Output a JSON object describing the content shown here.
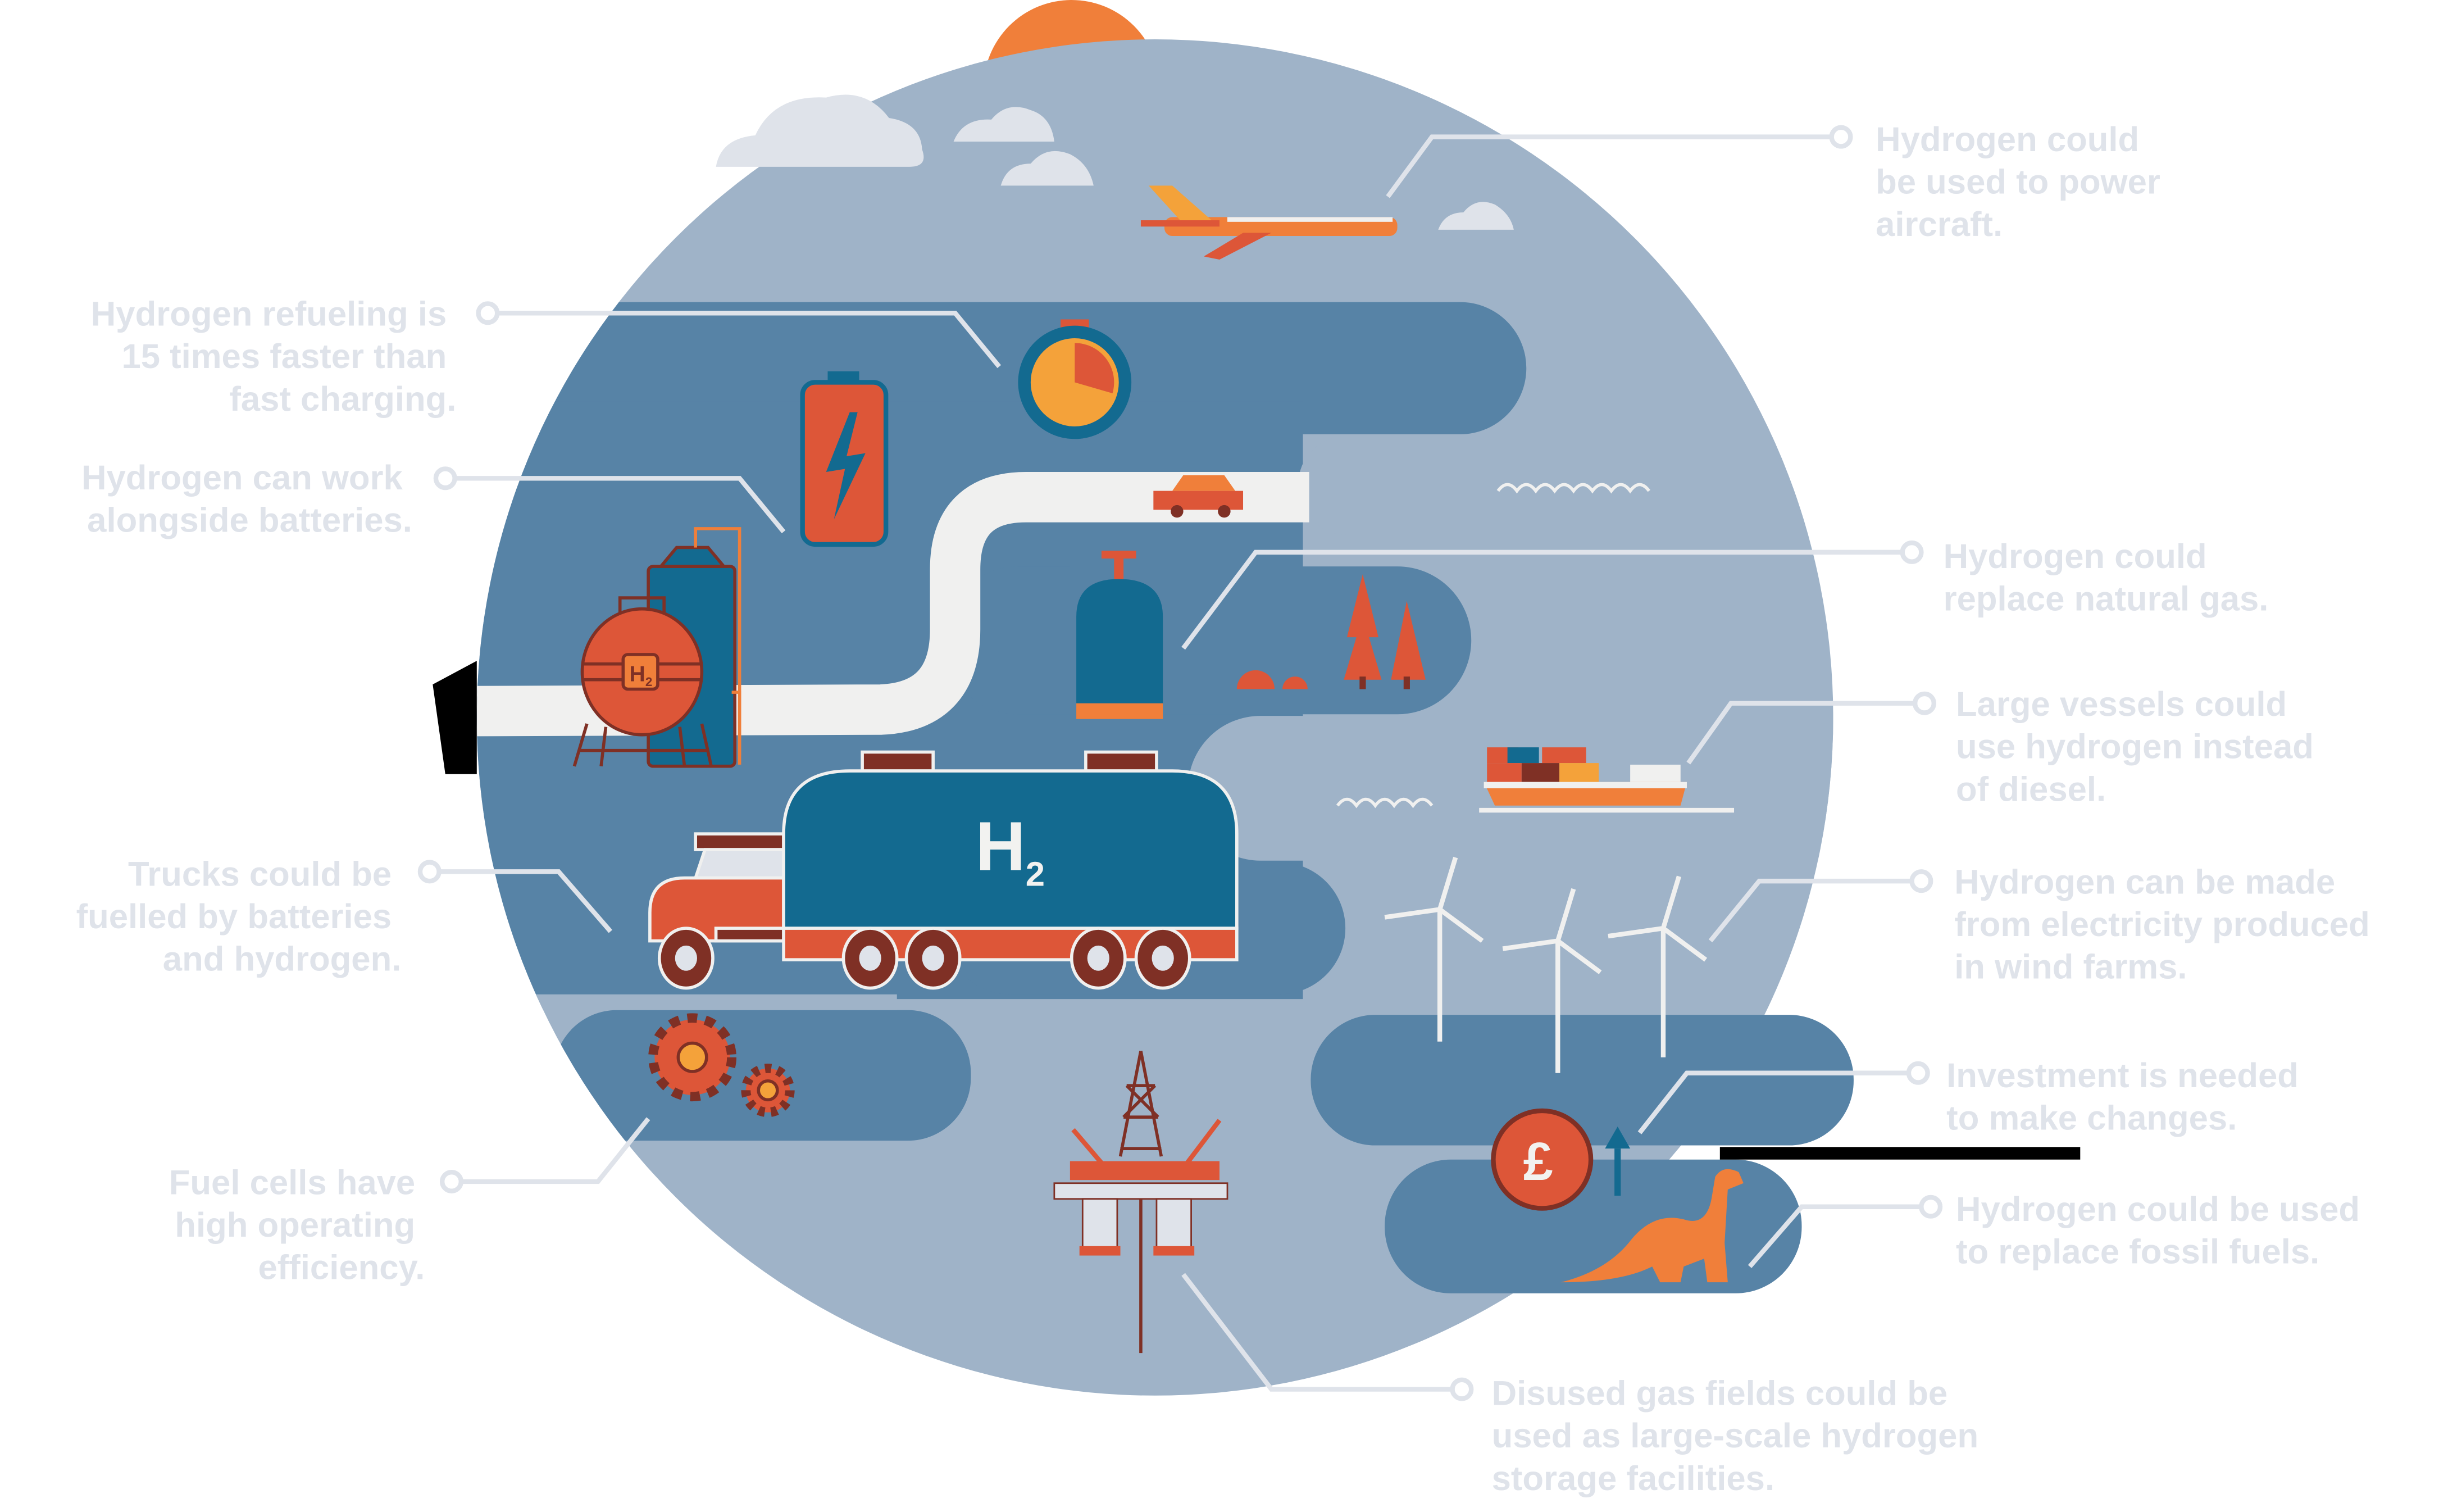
{
  "colors": {
    "light_blue": "#9fb3c8",
    "mid_blue": "#5783a6",
    "dark_teal": "#136a90",
    "orange_red": "#dd5638",
    "orange": "#f07f3a",
    "brown": "#7f3025",
    "text": "#dfe3ea",
    "road": "#f0f0ef"
  },
  "labels": {
    "truck_h": "H",
    "truck_sub": "2",
    "tank_h": "H",
    "tank_sub": "2",
    "currency": "£"
  },
  "callouts": {
    "refueling": [
      "Hydrogen refueling is",
      "15 times faster than",
      "fast charging."
    ],
    "batteries": [
      "Hydrogen can work",
      "alongside batteries."
    ],
    "trucks": [
      "Trucks could be",
      "fuelled by batteries",
      "and hydrogen."
    ],
    "fuel_cells": [
      "Fuel cells have",
      "high operating",
      "efficiency."
    ],
    "aircraft": [
      "Hydrogen could",
      "be used to power",
      "aircraft."
    ],
    "natural_gas": [
      "Hydrogen could",
      "replace natural gas."
    ],
    "vessels": [
      "Large vessels could",
      "use hydrogen instead",
      "of diesel."
    ],
    "wind": [
      "Hydrogen can be made",
      "from electricity produced",
      "in wind farms."
    ],
    "investment": [
      "Investment is needed",
      "to make changes."
    ],
    "fossil": [
      "Hydrogen could be used",
      "to replace fossil fuels."
    ],
    "gas_fields": [
      "Disused gas fields could be",
      "used as large-scale hydrogen",
      "storage facilities."
    ]
  }
}
